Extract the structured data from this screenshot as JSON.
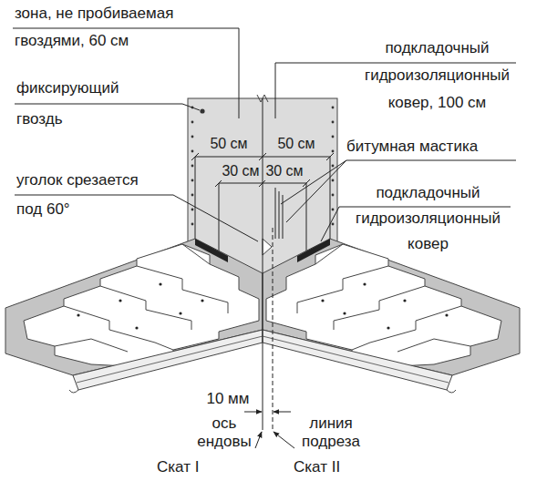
{
  "diagram": {
    "labels": [
      "зона, не пробиваемая гвоздями, 60 см",
      "подкладочный гидроизоляционный ковер, 100 см",
      "фиксирующий гвоздь",
      "битумная мастика",
      "50 см",
      "50 см",
      "30 см",
      "30 см",
      "уголок срезается под 60°",
      "подкладочный гидроизоляционный ковер",
      "10 мм",
      "ось ендовы",
      "линия подреза",
      "Скат I",
      "Скат II"
    ]
  }
}
